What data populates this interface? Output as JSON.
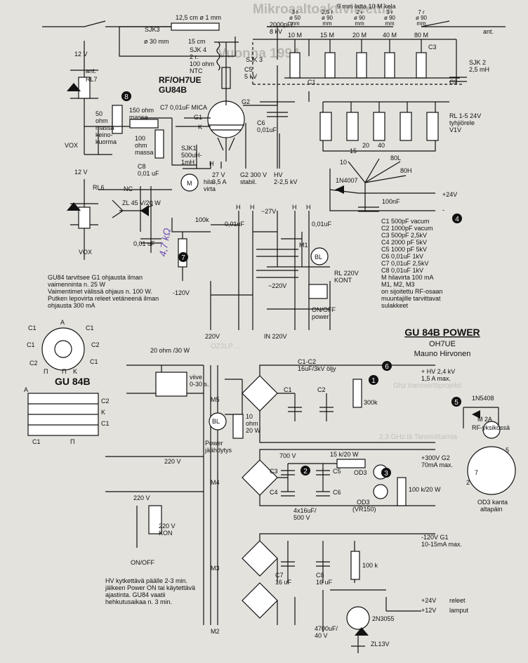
{
  "bleed": {
    "title": "Mikroaaltoaktiviteettia",
    "subtitle": "Vuonna 1994",
    "right_heads": [
      "Ghz transverttiprojekti",
      "2,3 GHz:iä Tansmittaimia"
    ],
    "left_heads": [
      "2,3 GHz:iä Tansmittaimia"
    ],
    "snippet": "OZ2LP ..."
  },
  "rf": {
    "sjk3": "SJK3",
    "coil_dims": "12,5 cm ø 1 mm",
    "coil_dia": "ø 30 mm",
    "coil_len": "15 cm",
    "sjk4": [
      "SJK 4",
      "2 r.",
      "100 ohm",
      "NTC"
    ],
    "title1": "RF/OH7UE",
    "title2": "GU84B",
    "c5": [
      "C5",
      "5 kV"
    ],
    "sjk3b": "SJK 3",
    "cap2000": [
      "2000pF/",
      "8 kV"
    ],
    "g2": "G2",
    "c6": [
      "C6",
      "0,01uF"
    ],
    "tank_label": "9 mm latta 10 M kela",
    "turns": [
      {
        "r": "3 r",
        "d": "ø 50",
        "u": "mm",
        "band": "10 M"
      },
      {
        "r": "2,5 r",
        "d": "ø 90",
        "u": "mm",
        "band": "15 M"
      },
      {
        "r": "2 r",
        "d": "ø 90",
        "u": "mm",
        "band": "20 M"
      },
      {
        "r": "3 r",
        "d": "ø 90",
        "u": "mm",
        "band": "40 M"
      },
      {
        "r": "7 r",
        "d": "ø 90",
        "u": "mm",
        "band": "80 M"
      }
    ],
    "c3": "C3",
    "c1": "C1",
    "c2": "C2",
    "sjk2": [
      "SJK 2",
      "2,5 mH"
    ],
    "ant": "ant.",
    "ant_top": "ant.",
    "rl7_12v": "12 V",
    "rl7": "RL7",
    "load": [
      "50",
      "ohm",
      "massa",
      "keino-",
      "kuorma"
    ],
    "vox": "VOX",
    "r150": [
      "150 ohm",
      "massa"
    ],
    "r100": [
      "100",
      "ohm",
      "massa"
    ],
    "c7": "C7 0,01uF MICA",
    "g1": "G1",
    "k": "K",
    "sjk1": [
      "SJK1",
      "500uH-",
      "1mH"
    ],
    "c8": [
      "C8",
      "0,01 uF"
    ],
    "h_label": "H",
    "fil": [
      "27 V",
      "3,5 A"
    ],
    "g2v": [
      "G2 300 V",
      "stabil."
    ],
    "hv": [
      "HV",
      "2-2,5 kV"
    ],
    "meter": "M",
    "meter_lbl": [
      "hila-",
      "virta"
    ],
    "rl6_12v": "12 V",
    "rl6": "RL6",
    "nc": "NC",
    "zl45": "ZL 45 V/20 W",
    "c001": "0,01 uF",
    "vox2": "VOX",
    "r100k": "100k",
    "hand": "4,7 kΩ",
    "m120": "-120V",
    "note": [
      "GU84 tarvitsee G1 ohjausta ilman",
      "vaimenninta n. 25 W",
      "Vaimentimet välissä ohjaus n. 100 W.",
      "Putken lepovirta releet vetäneenä ilman",
      "ohjausta 300 mA"
    ],
    "marker_8": "8",
    "marker_7": "7"
  },
  "relay_ctrl": {
    "rl15": [
      "RL 1-5 24V",
      "tyhjiörele",
      "V1V"
    ],
    "pos": [
      "10",
      "15",
      "20",
      "40",
      "80L",
      "80H"
    ],
    "diode": "1N4007",
    "c100n": "100nF",
    "p24": "+24V",
    "neg": "-",
    "marker_4": "4"
  },
  "fan_section": {
    "h": [
      "H",
      "H",
      "H",
      "H"
    ],
    "v27": "~27V",
    "c1": "0,01uF",
    "c2": "0,01uF",
    "m1": "M1",
    "v220": "~220V",
    "bl": "BL",
    "rlk": [
      "RL 220V",
      "KONT"
    ],
    "v220b": "220V",
    "in220": "IN 220V",
    "onoff": [
      "ON/OFF",
      "power"
    ]
  },
  "parts": [
    "C1   500pF vacum",
    "C2   1000pF vacum",
    "C3   500pF 2,5kV",
    "C4   2000 pF  5kV",
    "C5   1000 pF  5kV",
    "C6   0,01uF 1kV",
    "C7   0,01uF 2,5kV",
    "C8   0,01uF 1kV",
    "M    hilavirta 100 mA",
    "M1, M2, M3",
    "on sijoitettu RF-osaan",
    "muuntajille tarvittavat",
    "sulakkeet"
  ],
  "gu84b_title": {
    "main": "GU 84B POWER",
    "call": "OH7UE",
    "author": "Mauno Hirvonen"
  },
  "tube": {
    "name": "GU 84B",
    "pins_top": [
      "A",
      "C1",
      "C1",
      "C2",
      "C1",
      "C1",
      "K",
      "Π",
      "Π",
      "C2"
    ],
    "side": [
      "A",
      "C2",
      "K",
      "C1",
      "Π",
      "C1"
    ]
  },
  "power": {
    "r20": "20 ohm /30 W",
    "delay": [
      "viive",
      "0-30 s."
    ],
    "m5": "M5",
    "bl": "BL",
    "r10": [
      "10",
      "ohm",
      "20 W"
    ],
    "fan": [
      "Power",
      "jäähdytys"
    ],
    "c12": [
      "C1-C2",
      "16uF/3kV öljy"
    ],
    "c1": "C1",
    "c2": "C2",
    "r300": "300k",
    "hv": [
      "+ HV 2,4 kV",
      "1,5 A max."
    ],
    "in220": "220 V",
    "m4": "M4",
    "v700": "700 V",
    "r15": "15 k/20 W",
    "caps": [
      "C3",
      "C4",
      "C5",
      "C6"
    ],
    "caps_val": [
      "4x16uF/",
      "500 V"
    ],
    "od3": "OD3",
    "od3b": [
      "OD3",
      "(VR150)"
    ],
    "g2": [
      "+300V  G2",
      "70mA max."
    ],
    "r100k20": "100 k/20 W",
    "g1": [
      "-120V  G1",
      "10-15mA max."
    ],
    "m3": "M3",
    "c7": [
      "C7",
      "16 uF"
    ],
    "c8": [
      "C8",
      "16 uF"
    ],
    "r100k": "100 k",
    "m2": "M2",
    "c4700": [
      "4700uF/",
      "40 V"
    ],
    "t2n": "2N3055",
    "zl13": "ZL13V",
    "out24": "+24V",
    "out12": "+12V",
    "rel": [
      "releet",
      "lamput"
    ],
    "onoff": "ON/OFF",
    "kon": [
      "220 V",
      "KON"
    ],
    "hv_note": [
      "HV kytkettävä päälle 2-3 min.",
      "jälkeen Power ON tai käytettävä",
      "ajastinta. GU84 vaatii",
      "hehkutusaikaa n. 3 min."
    ],
    "n1406": "1N5408",
    "m2a": [
      "M 2A",
      "RF-yksikössä"
    ],
    "od3base": [
      "OD3 kanta",
      "altapäin"
    ],
    "base_pins": [
      "5",
      "2",
      "7"
    ],
    "markers": [
      "6",
      "1",
      "5",
      "2",
      "3"
    ],
    "in220b": "220 V"
  }
}
